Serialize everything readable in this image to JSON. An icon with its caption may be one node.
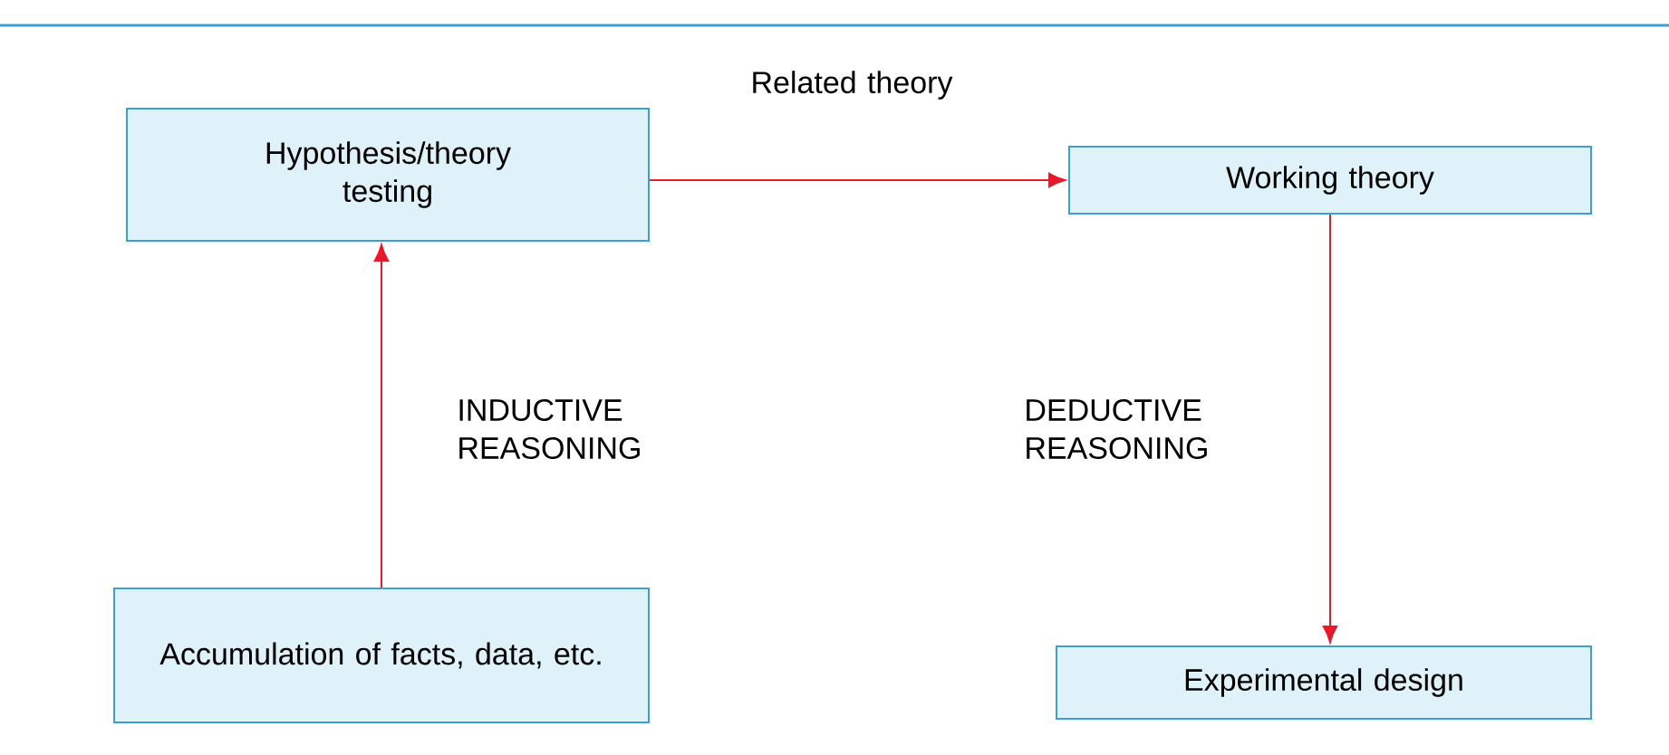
{
  "diagram": {
    "nodes": [
      {
        "text": [
          "Hypothesis/theory testing"
        ]
      },
      {
        "text": [
          "Working theory"
        ]
      },
      {
        "text": [
          "Accumulation of facts, data, etc."
        ]
      },
      {
        "text": [
          "Experimental design"
        ]
      }
    ],
    "edges": [
      {
        "from": 2,
        "to": 0,
        "arrow": "to"
      },
      {
        "from": 0,
        "to": 1,
        "arrow": "to"
      },
      {
        "from": 1,
        "to": 3,
        "arrow": "to"
      }
    ],
    "labels": [
      "Related theory",
      "INDUCTIVE REASONING",
      "DEDUCTIVE REASONING"
    ]
  }
}
